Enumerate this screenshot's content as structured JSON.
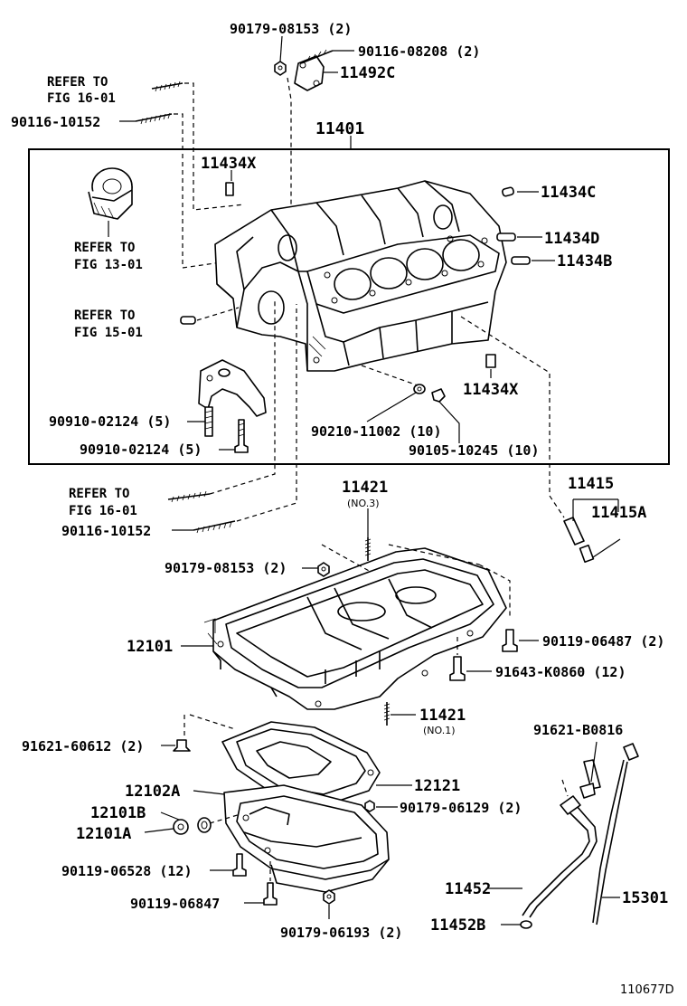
{
  "diagram_id": "110677D",
  "labels": {
    "p90179_08153_top": "90179-08153 (2)",
    "p90116_08208": "90116-08208 (2)",
    "p11492C": "11492C",
    "refer_16_01_top": "REFER TO",
    "refer_16_01_top_fig": "FIG 16-01",
    "p90116_10152_top": "90116-10152",
    "p11401": "11401",
    "p11434X_top": "11434X",
    "p11434C": "11434C",
    "p11434D": "11434D",
    "p11434B": "11434B",
    "refer_13_01": "REFER TO",
    "refer_13_01_fig": "FIG 13-01",
    "refer_15_01": "REFER TO",
    "refer_15_01_fig": "FIG 15-01",
    "p11434X_bottom": "11434X",
    "p90910_02124_a": "90910-02124 (5)",
    "p90910_02124_b": "90910-02124 (5)",
    "p90210_11002": "90210-11002 (10)",
    "p90105_10245": "90105-10245 (10)",
    "refer_16_01_bottom": "REFER TO",
    "refer_16_01_bottom_fig": "FIG 16-01",
    "p90116_10152_bottom": "90116-10152",
    "p11421_no3": "11421",
    "p11421_no3_sub": "(NO.3)",
    "p11415": "11415",
    "p11415A": "11415A",
    "p90179_08153_mid": "90179-08153 (2)",
    "p12101": "12101",
    "p90119_06487": "90119-06487 (2)",
    "p91643_K0860": "91643-K0860 (12)",
    "p11421_no1": "11421",
    "p11421_no1_sub": "(NO.1)",
    "p91621_60612": "91621-60612 (2)",
    "p91621_B0816": "91621-B0816",
    "p12121": "12121",
    "p12102A": "12102A",
    "p90179_06129": "90179-06129 (2)",
    "p12101B": "12101B",
    "p12101A": "12101A",
    "p90119_06528": "90119-06528 (12)",
    "p11452": "11452",
    "p15301": "15301",
    "p90119_06847": "90119-06847",
    "p11452B": "11452B",
    "p90179_06193": "90179-06193 (2)"
  }
}
